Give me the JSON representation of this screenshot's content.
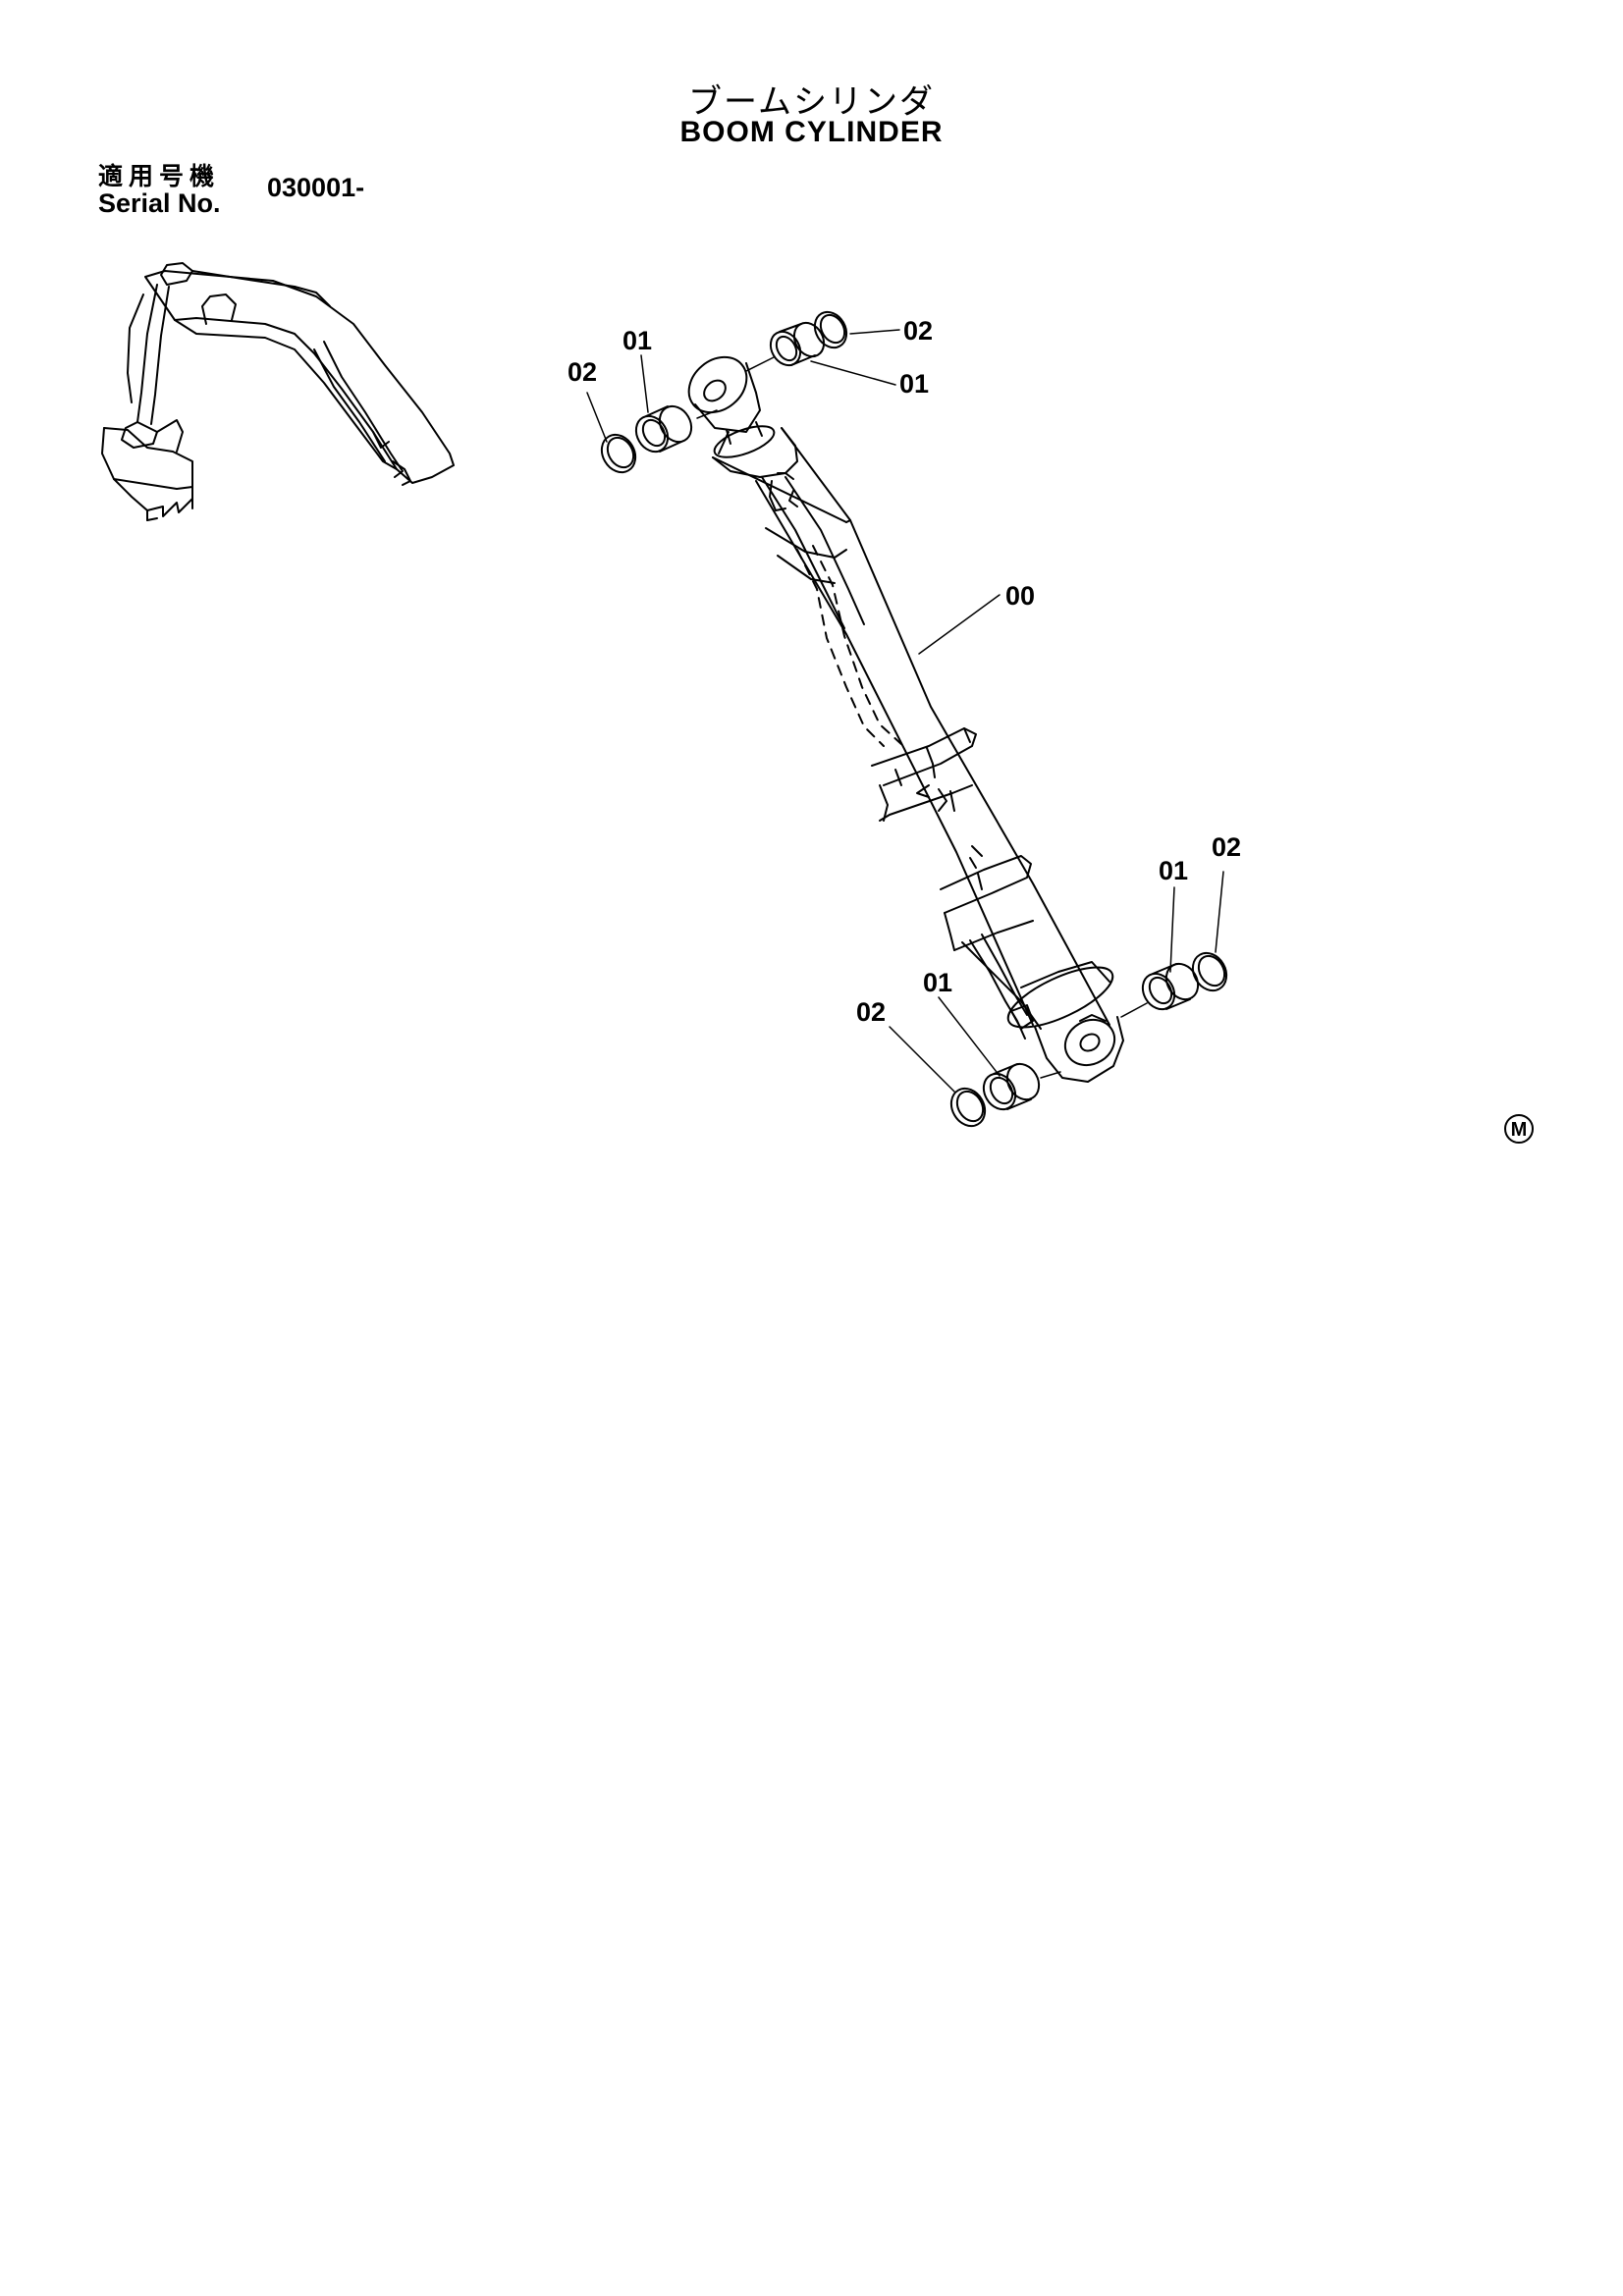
{
  "header": {
    "title_jp": "ブームシリンダ",
    "title_en": "BOOM CYLINDER"
  },
  "serial": {
    "label_jp": "適用号機",
    "label_en": "Serial No.",
    "value": "030001-"
  },
  "callouts": {
    "cylinder": "00",
    "bushing_top_left": "01",
    "seal_top_left": "02",
    "bushing_top_right": "01",
    "seal_top_right": "02",
    "bushing_bottom_right": "01",
    "seal_bottom_right": "02",
    "bushing_bottom_left": "01",
    "seal_bottom_left": "02"
  },
  "mark": "M",
  "colors": {
    "line": "#000000",
    "background": "#ffffff"
  }
}
